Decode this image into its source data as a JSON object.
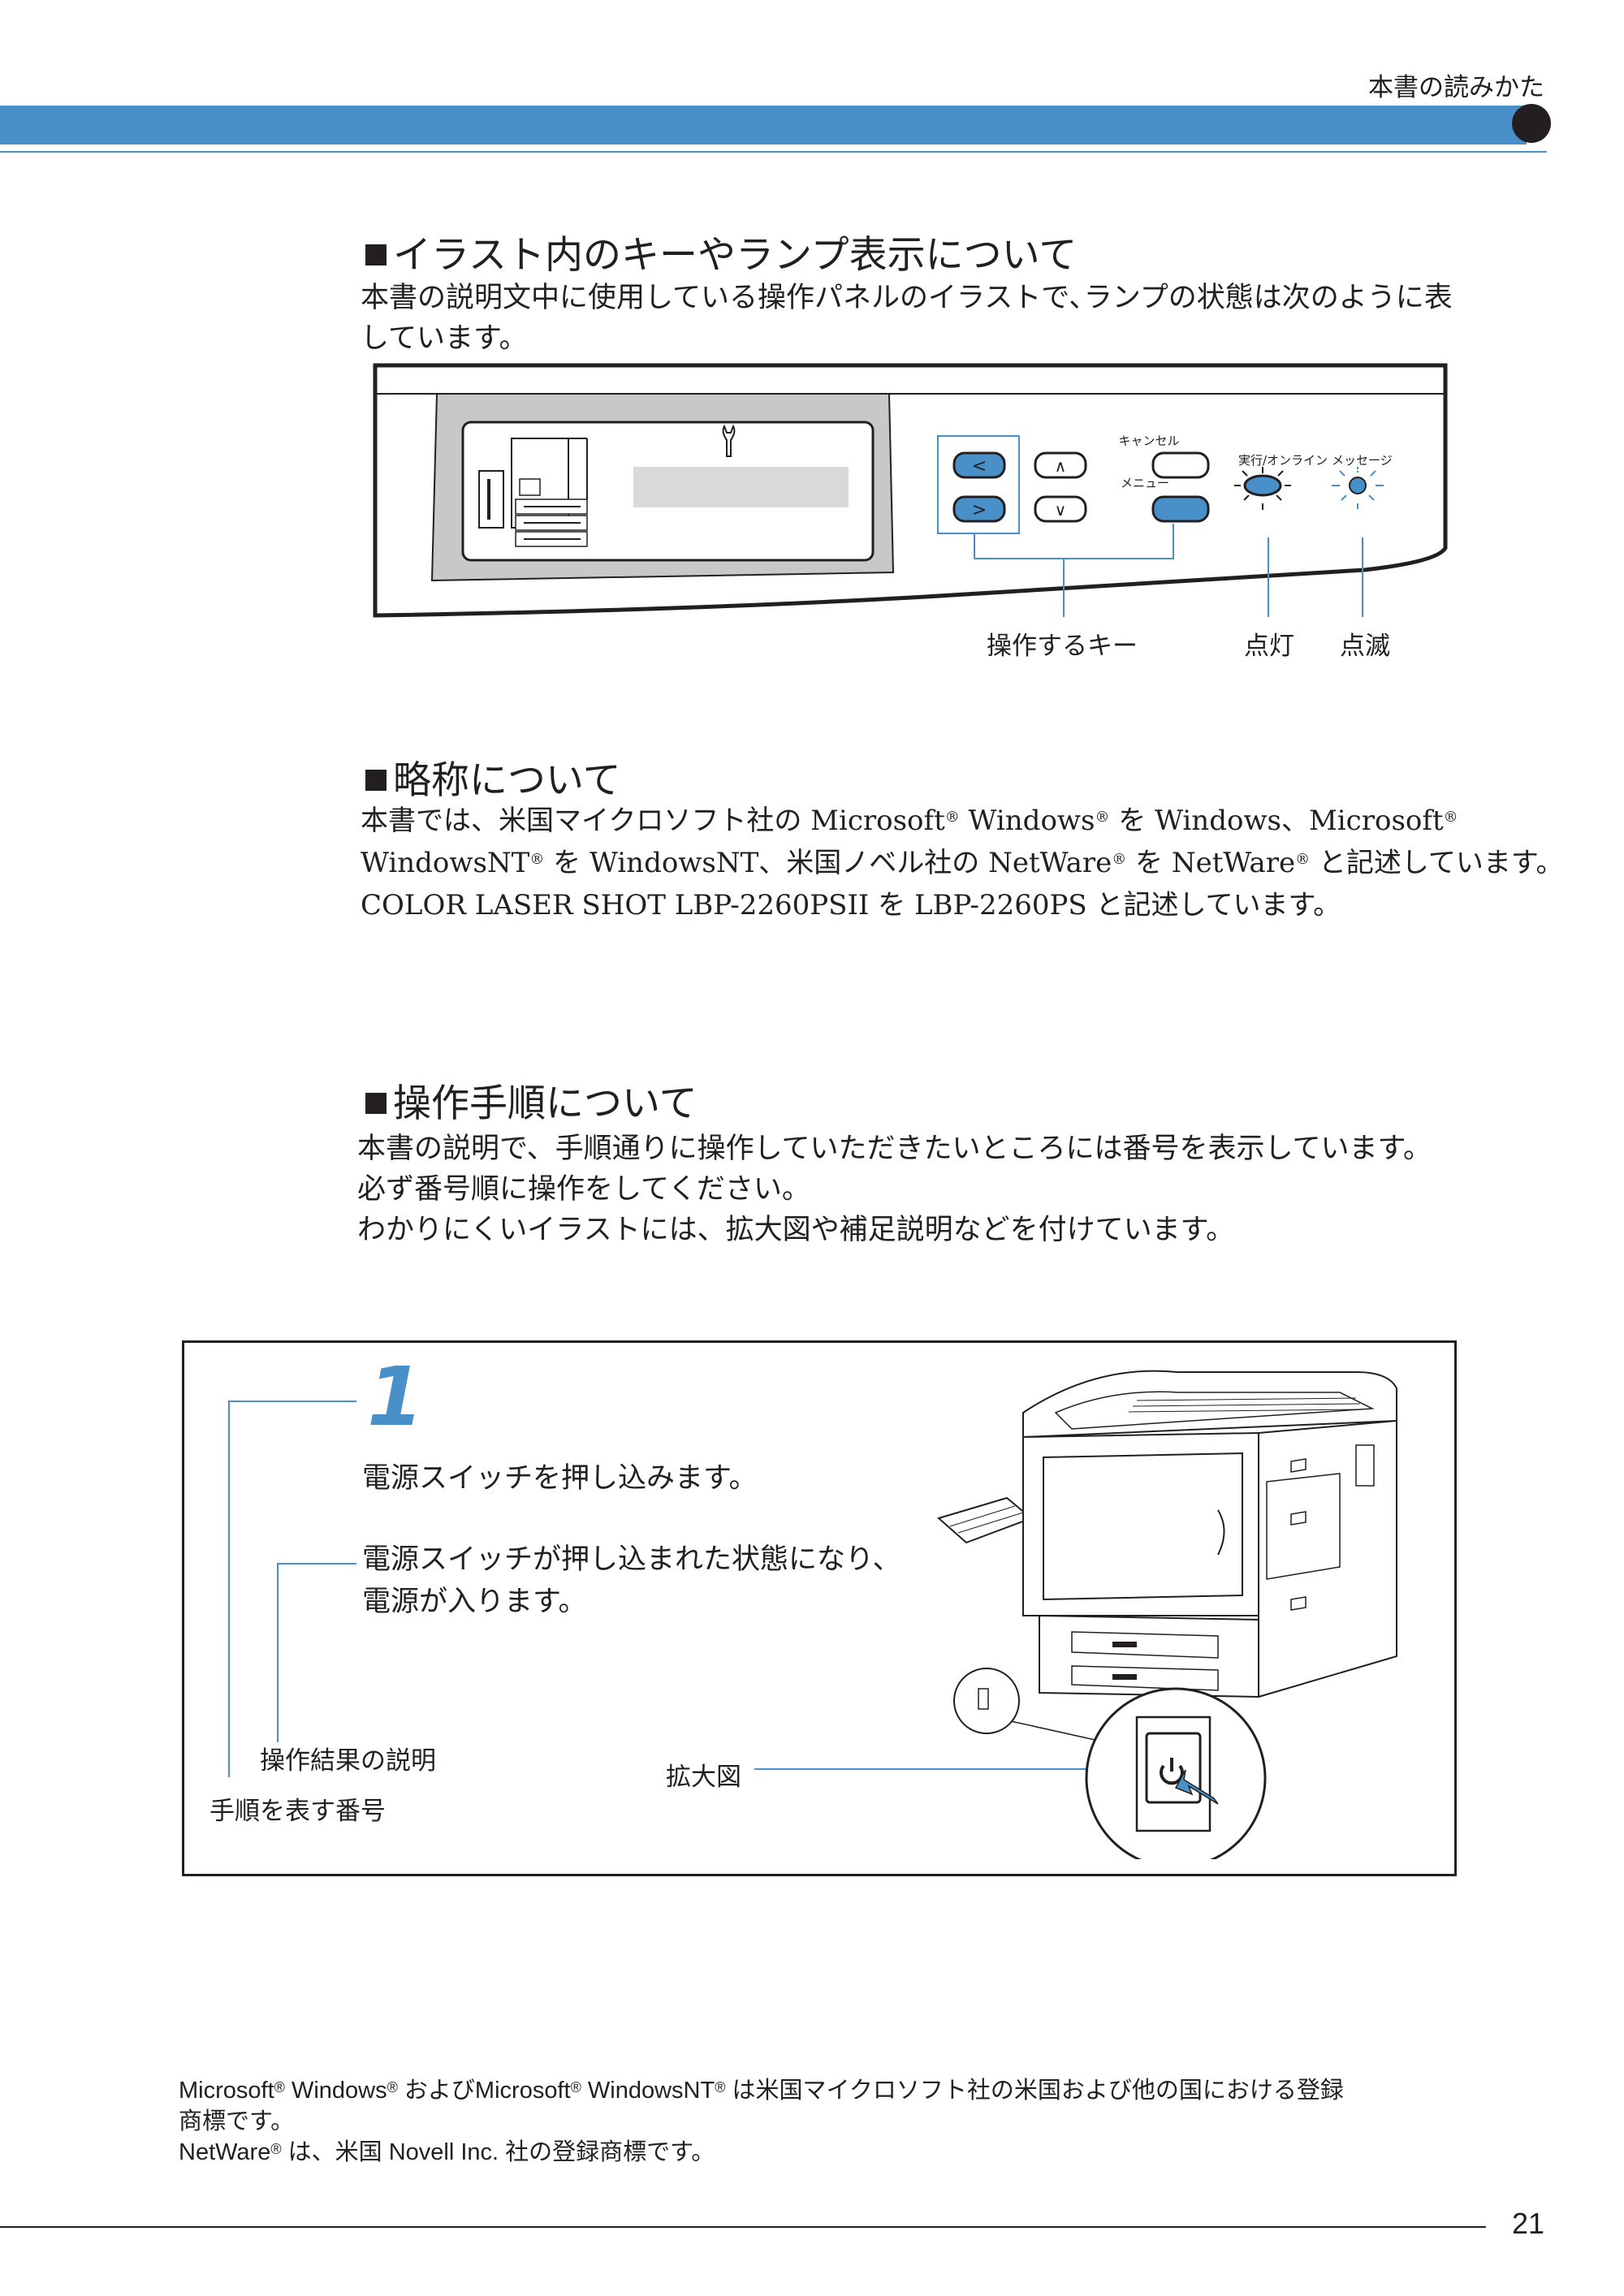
{
  "header": {
    "section_label": "本書の読みかた"
  },
  "sections": {
    "illustration": {
      "heading": "イラスト内のキーやランプ表示について",
      "line1": "本書の説明文中に使用している操作パネルのイラストで､ランプの状態は次のように表",
      "line2": "しています。",
      "panel": {
        "key_cancel": "キャンセル",
        "key_menu": "メニュー",
        "lamp_online": "実行/オンライン",
        "lamp_message": "メッセージ",
        "label_keys": "操作するキー",
        "label_lit": "点灯",
        "label_blink": "点滅"
      }
    },
    "abbrev": {
      "heading": "略称について",
      "line1_a": "本書では、米国マイクロソフト社の Microsoft",
      "line1_b": " Windows",
      "line1_c": " を Windows、Microsoft",
      "line2_a": "WindowsNT",
      "line2_b": " を WindowsNT、米国ノベル社の NetWare",
      "line2_c": " を NetWare",
      "line2_d": " と記述しています。",
      "line3": "COLOR LASER SHOT LBP-2260PSII を LBP-2260PS と記述しています。",
      "reg": "®"
    },
    "procedure": {
      "heading": "操作手順について",
      "line1": "本書の説明で、手順通りに操作していただきたいところには番号を表示しています。",
      "line2": "必ず番号順に操作をしてください。",
      "line3": "わかりにくいイラストには、拡大図や補足説明などを付けています。"
    }
  },
  "step_example": {
    "number": "1",
    "instruction": "電源スイッチを押し込みます。",
    "result_line1": "電源スイッチが押し込まれた状態になり、",
    "result_line2": "電源が入ります。",
    "label_result": "操作結果の説明",
    "label_number": "手順を表す番号",
    "label_zoom": "拡大図"
  },
  "footer": {
    "tm_line1_a": "Microsoft",
    "tm_line1_b": " Windows",
    "tm_line1_c": " およびMicrosoft",
    "tm_line1_d": "  WindowsNT",
    "tm_line1_e": " は米国マイクロソフト社の米国および他の国における登録",
    "tm_line2": "商標です。",
    "tm_line3_a": "NetWare",
    "tm_line3_b": " は、米国 Novell Inc. 社の登録商標です。",
    "page_number": "21"
  },
  "colors": {
    "accent": "#4a90c8",
    "text": "#231f20"
  }
}
